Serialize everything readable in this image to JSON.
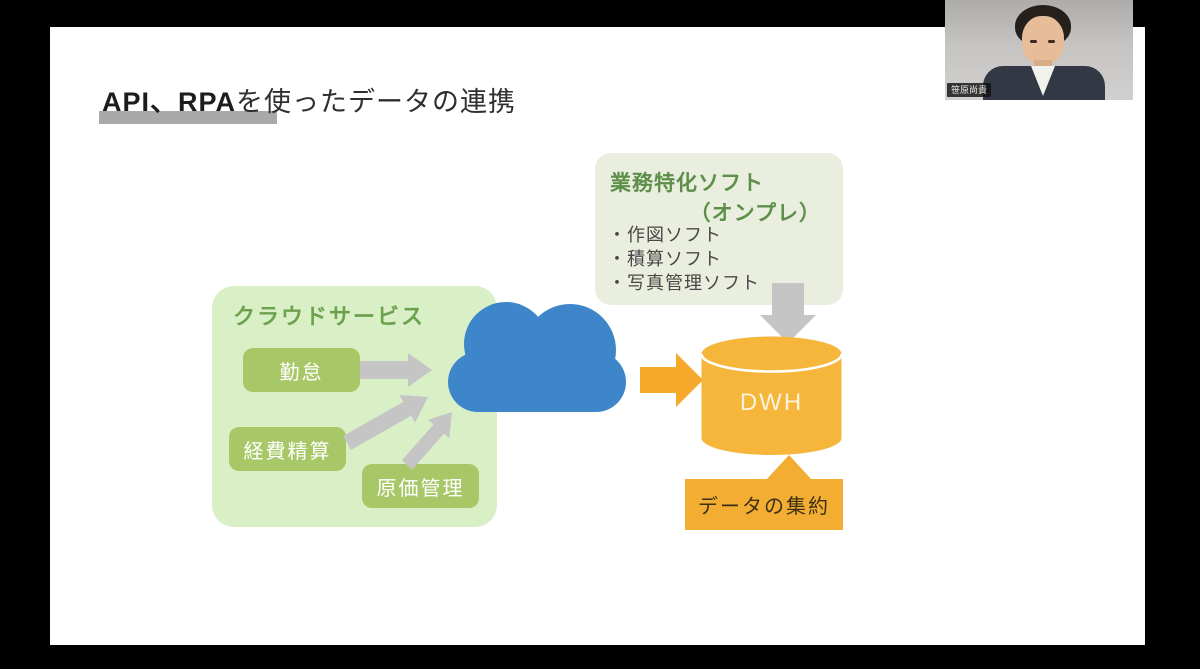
{
  "slide": {
    "title": {
      "highlight": "API、RPA",
      "rest": "を使ったデータの連携"
    },
    "cloud_box": {
      "label": "クラウドサービス",
      "services": [
        "勤怠",
        "経費精算",
        "原価管理"
      ]
    },
    "onprem_box": {
      "title": "業務特化ソフト",
      "subtitle": "（オンプレ）",
      "items": [
        "・作図ソフト",
        "・積算ソフト",
        "・写真管理ソフト"
      ]
    },
    "dwh_label": "DWH",
    "callout_label": "データの集約"
  },
  "webcam": {
    "participant_name": "笹原尚貴"
  },
  "colors": {
    "background": "#000000",
    "slide_bg": "#ffffff",
    "cloud_box_bg": "#d9f0c7",
    "service_button": "#a8c868",
    "green_label": "#6da14e",
    "onprem_bg": "#e9eedf",
    "onprem_title": "#5d8f48",
    "cloud_blue": "#3e86ca",
    "arrow_gray": "#c5c5c5",
    "orange_arrow": "#f5a829",
    "cylinder_orange": "#f6b63c",
    "callout_orange": "#f4ad33",
    "title_underline": "#a9a9a9"
  }
}
